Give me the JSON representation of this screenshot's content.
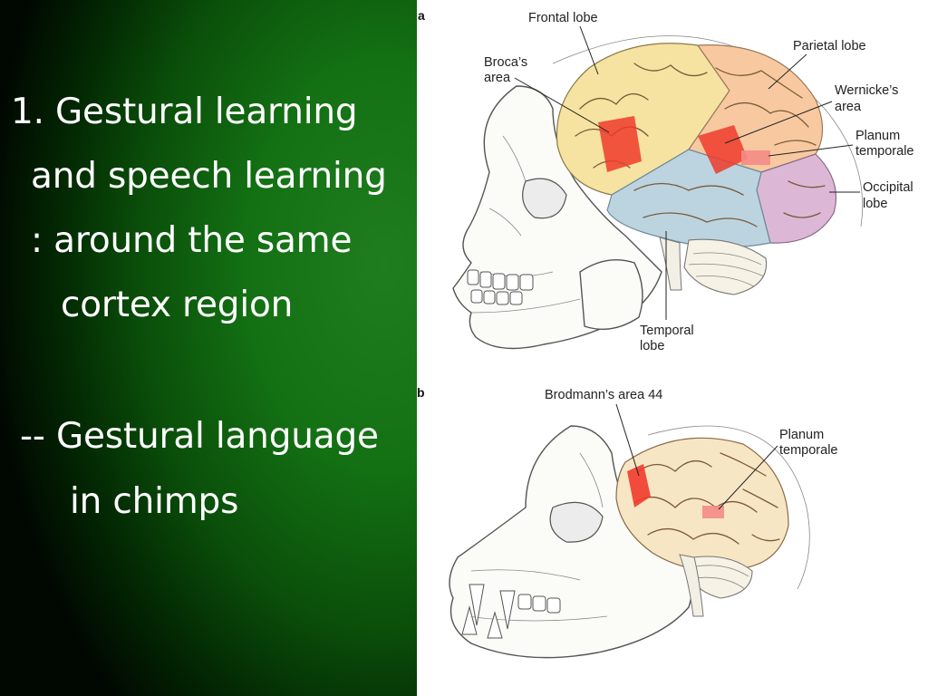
{
  "slide": {
    "lines": [
      "1.  Gestural learning",
      "and speech learning",
      ": around the same",
      "cortex region",
      "-- Gestural language",
      "in chimps"
    ]
  },
  "figure": {
    "panel_a": {
      "letter": "a",
      "labels": {
        "frontal": "Frontal lobe",
        "broca_1": "Broca’s",
        "broca_2": "area",
        "parietal": "Parietal lobe",
        "wernicke_1": "Wernicke’s",
        "wernicke_2": "area",
        "planum_1": "Planum",
        "planum_2": "temporale",
        "occipital_1": "Occipital",
        "occipital_2": "lobe",
        "temporal_1": "Temporal",
        "temporal_2": "lobe"
      }
    },
    "panel_b": {
      "letter": "b",
      "labels": {
        "brodmann": "Brodmann’s area 44",
        "planum_1": "Planum",
        "planum_2": "temporale"
      }
    }
  },
  "colors": {
    "frontal": "#f6e3a1",
    "parietal": "#f8c9a0",
    "temporal": "#bcd4df",
    "occipital": "#dcb8d6",
    "language_area": "#ef3b2c",
    "chimp_brain": "#f7e6c4",
    "background_green": "#137013"
  }
}
